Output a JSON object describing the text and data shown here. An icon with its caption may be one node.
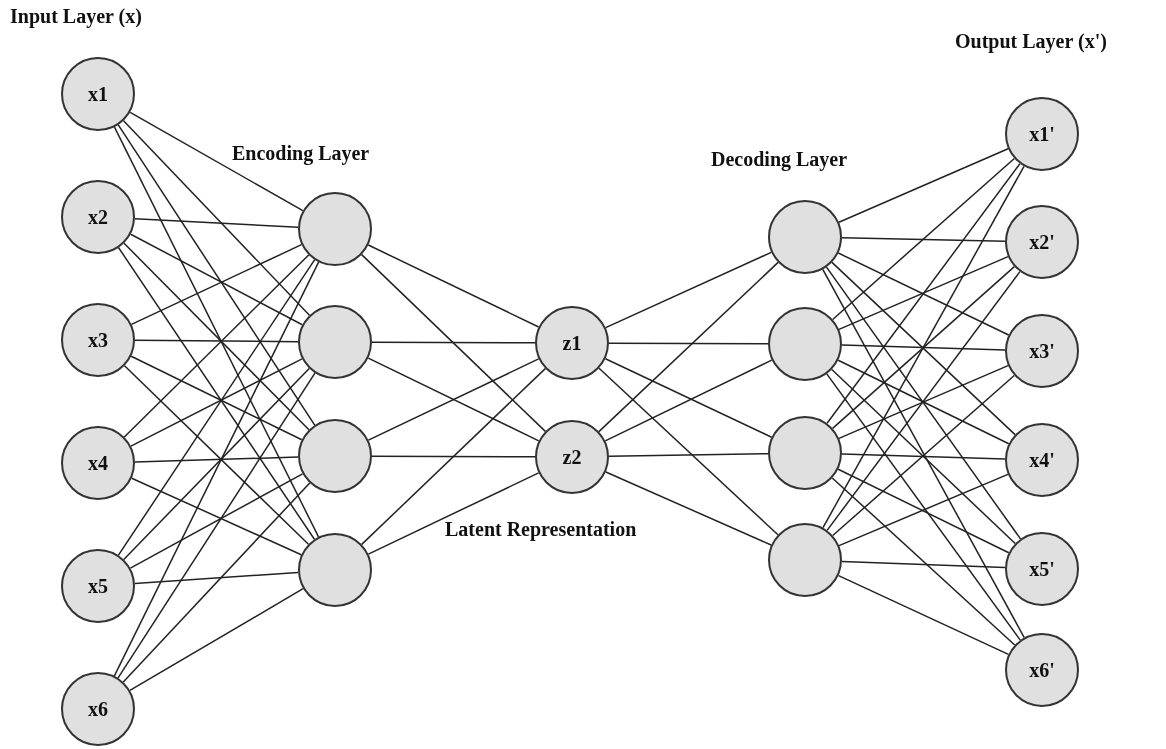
{
  "diagram": {
    "nodes": [
      {
        "text": [
          "x1"
        ]
      },
      {
        "text": [
          "x2"
        ]
      },
      {
        "text": [
          "x3"
        ]
      },
      {
        "text": [
          "x4"
        ]
      },
      {
        "text": [
          "x5"
        ]
      },
      {
        "text": [
          "x6"
        ]
      },
      {
        "text": [],
        "shape": "circle"
      },
      {
        "text": [],
        "shape": "circle"
      },
      {
        "text": [],
        "shape": "circle"
      },
      {
        "text": [],
        "shape": "circle"
      },
      {
        "text": [
          "z1"
        ]
      },
      {
        "text": [
          "z2"
        ]
      },
      {
        "text": [],
        "shape": "circle"
      },
      {
        "text": [],
        "shape": "circle"
      },
      {
        "text": [],
        "shape": "circle"
      },
      {
        "text": [],
        "shape": "circle"
      },
      {
        "text": [
          "x1'"
        ]
      },
      {
        "text": [
          "x2'"
        ]
      },
      {
        "text": [
          "x3'"
        ]
      },
      {
        "text": [
          "x4'"
        ]
      },
      {
        "text": [
          "x5'"
        ]
      },
      {
        "text": [
          "x6'"
        ]
      }
    ],
    "edges": [
      {
        "from": 0,
        "to": 6,
        "arrow": "none"
      },
      {
        "from": 0,
        "to": 7,
        "arrow": "none"
      },
      {
        "from": 0,
        "to": 8,
        "arrow": "none"
      },
      {
        "from": 0,
        "to": 9,
        "arrow": "none"
      },
      {
        "from": 1,
        "to": 6,
        "arrow": "none"
      },
      {
        "from": 1,
        "to": 7,
        "arrow": "none"
      },
      {
        "from": 1,
        "to": 8,
        "arrow": "none"
      },
      {
        "from": 1,
        "to": 9,
        "arrow": "none"
      },
      {
        "from": 2,
        "to": 6,
        "arrow": "none"
      },
      {
        "from": 2,
        "to": 7,
        "arrow": "none"
      },
      {
        "from": 2,
        "to": 8,
        "arrow": "none"
      },
      {
        "from": 2,
        "to": 9,
        "arrow": "none"
      },
      {
        "from": 3,
        "to": 6,
        "arrow": "none"
      },
      {
        "from": 3,
        "to": 7,
        "arrow": "none"
      },
      {
        "from": 3,
        "to": 8,
        "arrow": "none"
      },
      {
        "from": 3,
        "to": 9,
        "arrow": "none"
      },
      {
        "from": 4,
        "to": 6,
        "arrow": "none"
      },
      {
        "from": 4,
        "to": 7,
        "arrow": "none"
      },
      {
        "from": 4,
        "to": 8,
        "arrow": "none"
      },
      {
        "from": 4,
        "to": 9,
        "arrow": "none"
      },
      {
        "from": 5,
        "to": 6,
        "arrow": "none"
      },
      {
        "from": 5,
        "to": 7,
        "arrow": "none"
      },
      {
        "from": 5,
        "to": 8,
        "arrow": "none"
      },
      {
        "from": 5,
        "to": 9,
        "arrow": "none"
      },
      {
        "from": 6,
        "to": 10,
        "arrow": "none"
      },
      {
        "from": 6,
        "to": 11,
        "arrow": "none"
      },
      {
        "from": 7,
        "to": 10,
        "arrow": "none"
      },
      {
        "from": 7,
        "to": 11,
        "arrow": "none"
      },
      {
        "from": 8,
        "to": 10,
        "arrow": "none"
      },
      {
        "from": 8,
        "to": 11,
        "arrow": "none"
      },
      {
        "from": 9,
        "to": 10,
        "arrow": "none"
      },
      {
        "from": 9,
        "to": 11,
        "arrow": "none"
      },
      {
        "from": 10,
        "to": 12,
        "arrow": "none"
      },
      {
        "from": 10,
        "to": 13,
        "arrow": "none"
      },
      {
        "from": 10,
        "to": 14,
        "arrow": "none"
      },
      {
        "from": 10,
        "to": 15,
        "arrow": "none"
      },
      {
        "from": 11,
        "to": 12,
        "arrow": "none"
      },
      {
        "from": 11,
        "to": 13,
        "arrow": "none"
      },
      {
        "from": 11,
        "to": 14,
        "arrow": "none"
      },
      {
        "from": 11,
        "to": 15,
        "arrow": "none"
      },
      {
        "from": 12,
        "to": 16,
        "arrow": "none"
      },
      {
        "from": 12,
        "to": 17,
        "arrow": "none"
      },
      {
        "from": 12,
        "to": 18,
        "arrow": "none"
      },
      {
        "from": 12,
        "to": 19,
        "arrow": "none"
      },
      {
        "from": 12,
        "to": 20,
        "arrow": "none"
      },
      {
        "from": 12,
        "to": 21,
        "arrow": "none"
      },
      {
        "from": 13,
        "to": 16,
        "arrow": "none"
      },
      {
        "from": 13,
        "to": 17,
        "arrow": "none"
      },
      {
        "from": 13,
        "to": 18,
        "arrow": "none"
      },
      {
        "from": 13,
        "to": 19,
        "arrow": "none"
      },
      {
        "from": 13,
        "to": 20,
        "arrow": "none"
      },
      {
        "from": 13,
        "to": 21,
        "arrow": "none"
      },
      {
        "from": 14,
        "to": 16,
        "arrow": "none"
      },
      {
        "from": 14,
        "to": 17,
        "arrow": "none"
      },
      {
        "from": 14,
        "to": 18,
        "arrow": "none"
      },
      {
        "from": 14,
        "to": 19,
        "arrow": "none"
      },
      {
        "from": 14,
        "to": 20,
        "arrow": "none"
      },
      {
        "from": 14,
        "to": 21,
        "arrow": "none"
      },
      {
        "from": 15,
        "to": 16,
        "arrow": "none"
      },
      {
        "from": 15,
        "to": 17,
        "arrow": "none"
      },
      {
        "from": 15,
        "to": 18,
        "arrow": "none"
      },
      {
        "from": 15,
        "to": 19,
        "arrow": "none"
      },
      {
        "from": 15,
        "to": 20,
        "arrow": "none"
      },
      {
        "from": 15,
        "to": 21,
        "arrow": "none"
      }
    ],
    "labels": [
      "Input Layer (x)",
      "Output Layer (x')",
      "Encoding Layer",
      "Decoding Layer",
      "Latent Representation"
    ]
  }
}
